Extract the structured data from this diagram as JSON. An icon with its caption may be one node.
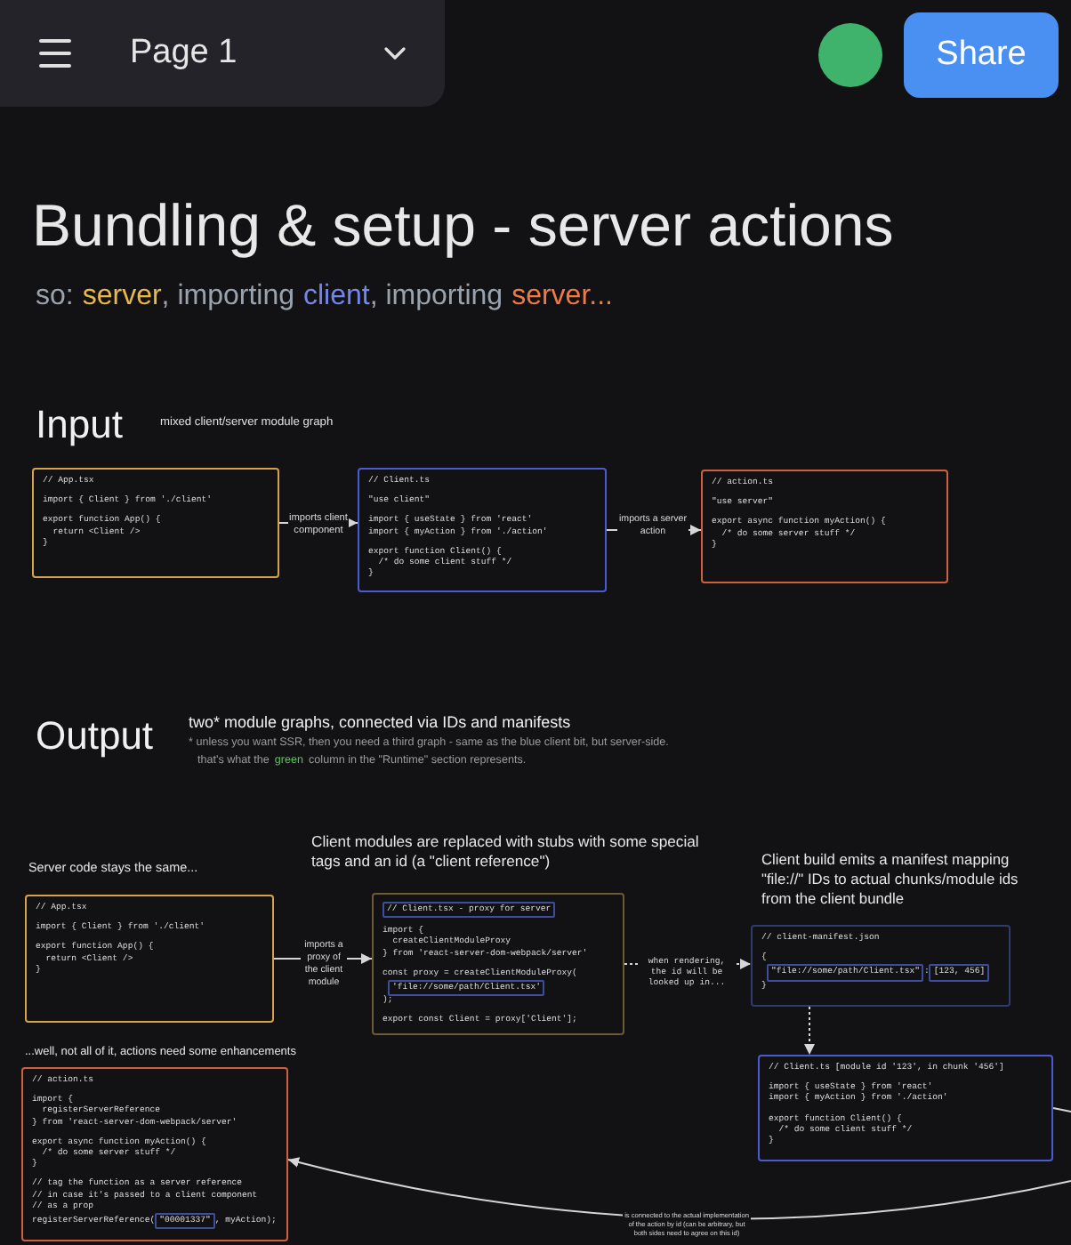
{
  "diagram": {
    "title": "Bundling & setup - server actions",
    "nodes": [
      {
        "text": [
          "// App.tsx",
          "import { Client } from './client'",
          "export function App() {",
          "  return <Client />",
          "}"
        ]
      },
      {
        "text": [
          "// Client.ts",
          "\"use client\"",
          "import { useState } from 'react'",
          "import { myAction } from './action'",
          "export function Client() {",
          "  /* do some client stuff */",
          "}"
        ]
      },
      {
        "text": [
          "// action.ts",
          "\"use server\"",
          "export async function myAction() {",
          "  /* do some server stuff */",
          "}"
        ]
      },
      {
        "text": [
          "// App.tsx",
          "import { Client } from './client'",
          "export function App() {",
          "  return <Client />",
          "}"
        ]
      },
      {
        "text": [
          "import {",
          "  createClientModuleProxy",
          "} from 'react-server-dom-webpack/server'",
          "const proxy = createClientModuleProxy(",
          ");",
          "export const Client = proxy['Client'];"
        ]
      },
      {
        "text": [
          "// Client.tsx - proxy for server"
        ],
        "in": 4
      },
      {
        "text": [
          "'file://some/path/Client.tsx'"
        ],
        "in": 4
      },
      {
        "text": [
          "// client-manifest.json",
          "{",
          ":",
          "}"
        ]
      },
      {
        "text": [
          "\"file://some/path/Client.tsx\""
        ],
        "in": 7
      },
      {
        "text": [
          "[123, 456]"
        ],
        "in": 7
      },
      {
        "text": [
          "// Client.ts [module id '123', in chunk '456']",
          "import { useState } from 'react'",
          "import { myAction } from './action'",
          "export function Client() {",
          "  /* do some client stuff */",
          "}"
        ]
      },
      {
        "text": [
          "// action.ts",
          "import {",
          "  registerServerReference",
          "} from 'react-server-dom-webpack/server'",
          "export async function myAction() {",
          "  /* do some server stuff */",
          "}",
          "// tag the function as a server reference",
          "// in case it's passed to a client component",
          "// as a prop",
          "registerServerReference(",
          ", myAction);"
        ]
      },
      {
        "text": [
          "\"00001337\""
        ],
        "in": 11
      }
    ],
    "edges": [
      {
        "from": 0,
        "to": 1,
        "arrow": "to",
        "label": "imports client component"
      },
      {
        "from": 1,
        "to": 2,
        "arrow": "to",
        "label": "imports a server action"
      },
      {
        "from": 3,
        "to": 4,
        "arrow": "to",
        "label": "imports a proxy of the client module"
      },
      {
        "from": 4,
        "to": 7,
        "arrow": "to",
        "style": "dashed",
        "label": "when rendering, the id will be looked up in..."
      },
      {
        "from": 7,
        "to": 10,
        "arrow": "to",
        "style": "dashed"
      },
      {
        "from": 10,
        "to": null,
        "arrow": "none"
      },
      {
        "from": null,
        "to": 11,
        "arrow": "to",
        "label": "is connected to the actual implementation of the action by id (can be arbitrary, but both sides need to agree on this id)"
      }
    ],
    "labels": [
      "Page 1",
      "Share",
      "so:",
      "server",
      ", importing",
      "client",
      ", importing",
      "server...",
      "Input",
      "mixed client/server module graph",
      "Output",
      "two* module graphs, connected via IDs and manifests",
      "* unless you want SSR, then you need a third graph - same as the blue client bit, but server-side.",
      "that's what the",
      "green",
      "column in the \"Runtime\" section represents.",
      "Server code stays the same...",
      "Client modules are replaced with stubs with some special tags and an id (a \"client reference\")",
      "Client build emits a manifest mapping \"file://\" IDs to actual chunks/module ids from the client bundle",
      "...well, not all of it, actions need some enhancements"
    ]
  }
}
